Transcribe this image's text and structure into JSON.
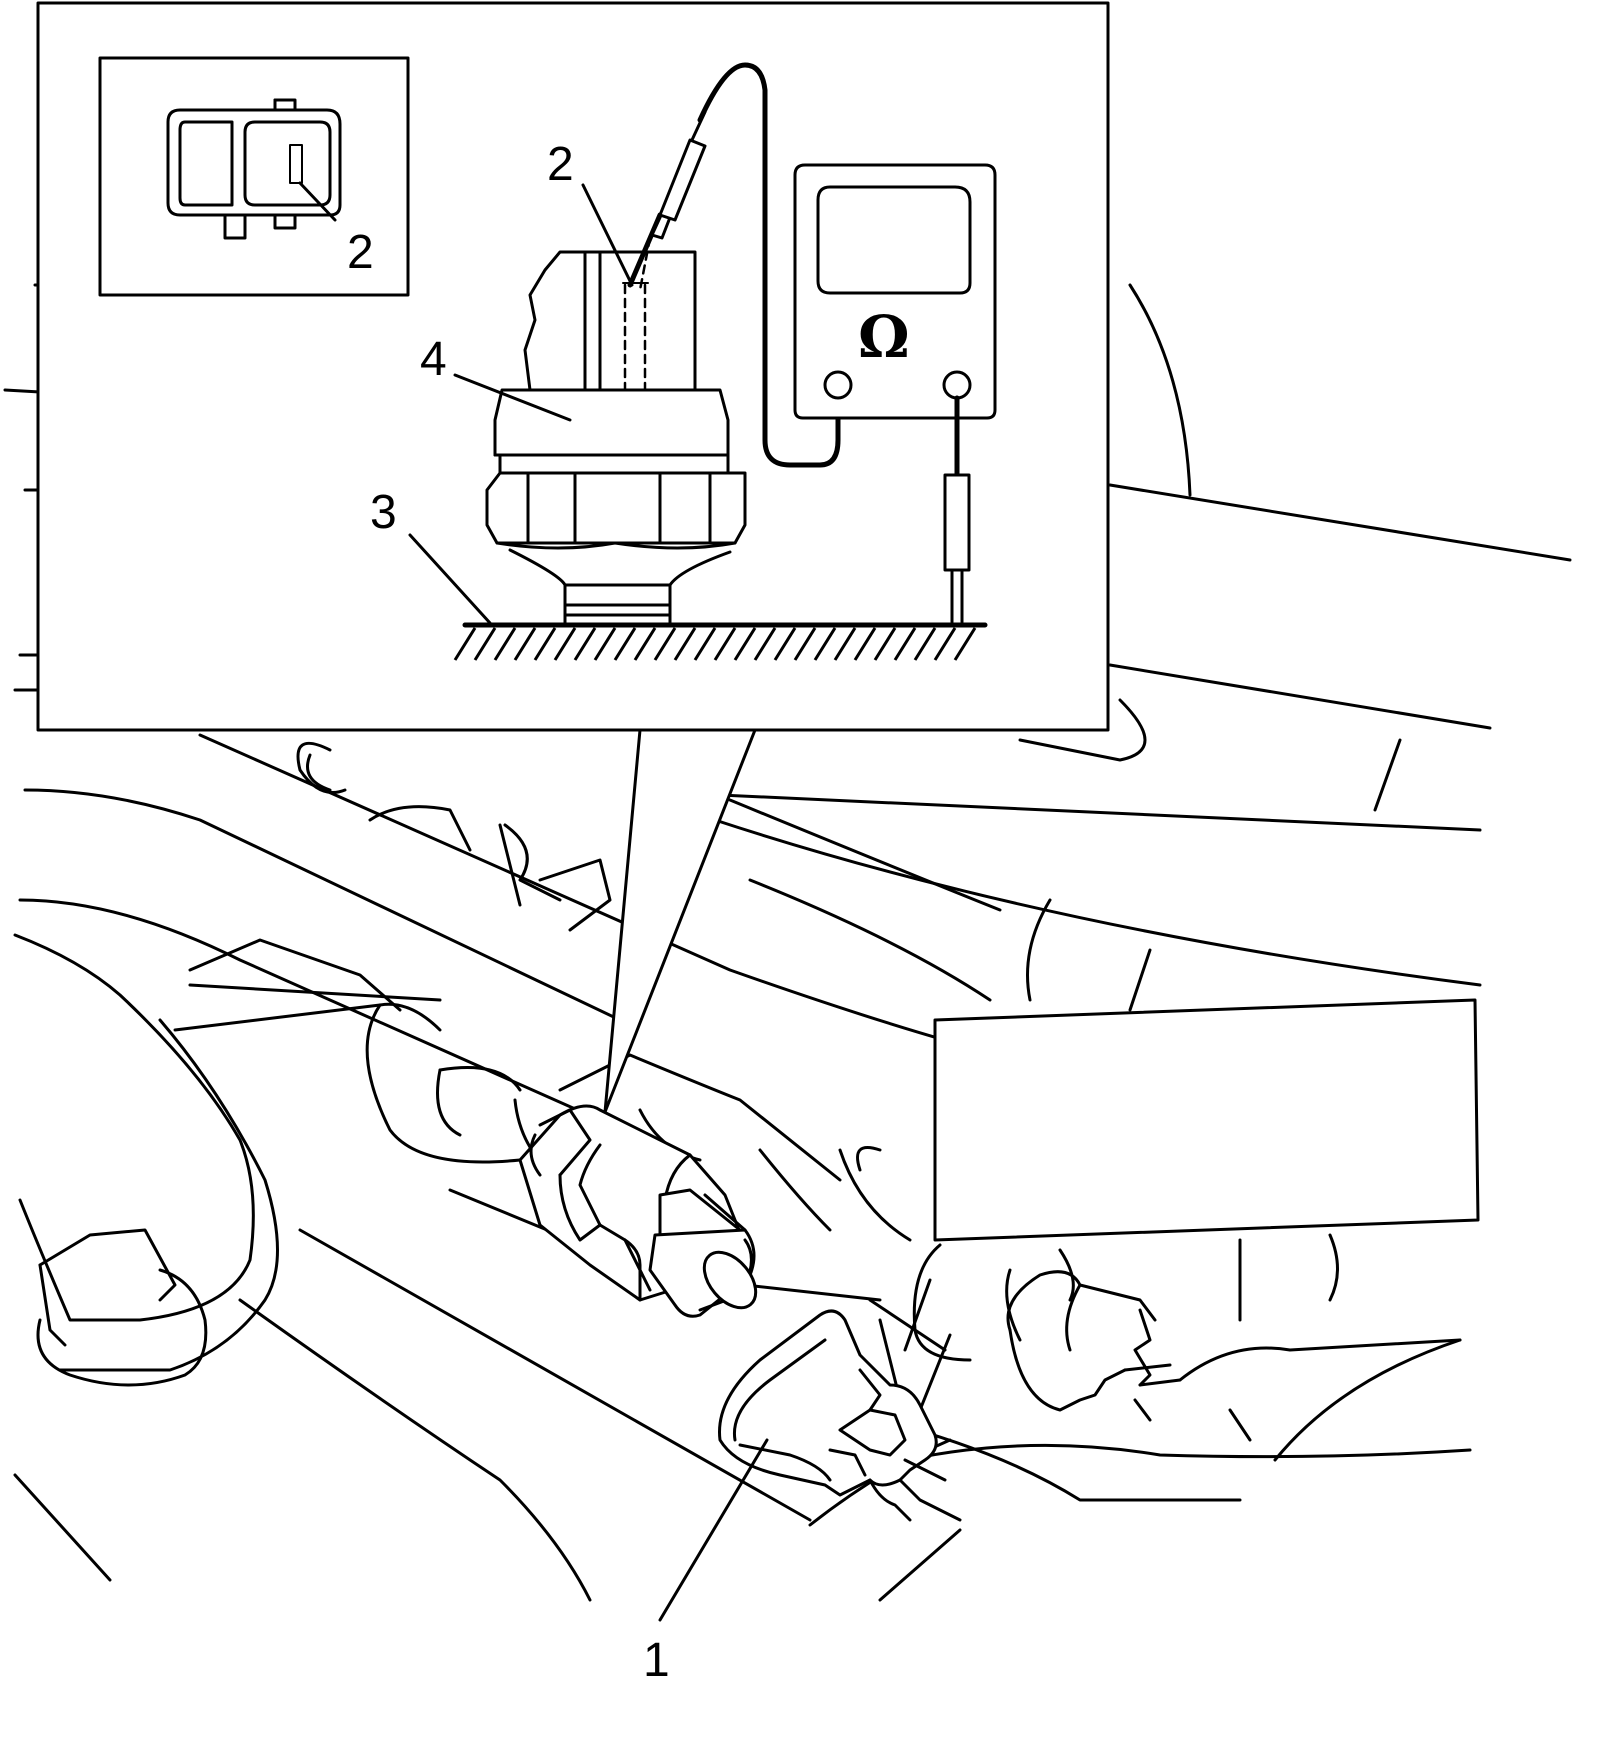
{
  "callouts": {
    "c1": "1",
    "c2_inset": "2",
    "c2_probe": "2",
    "c3": "3",
    "c4": "4"
  },
  "meter": {
    "symbol": "Ω"
  }
}
